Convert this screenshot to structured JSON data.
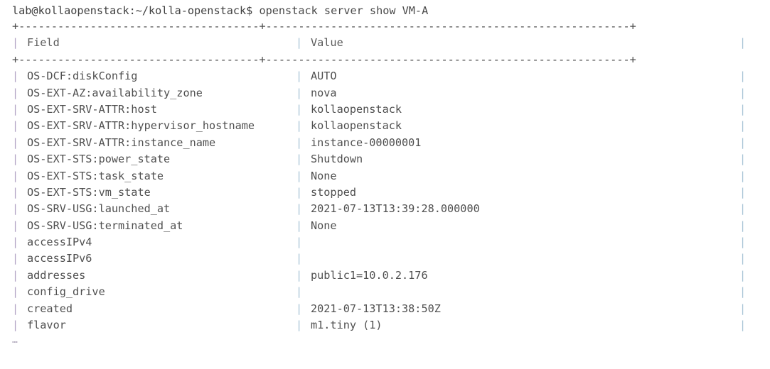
{
  "terminal": {
    "prompt": "lab@kollaopenstack:~/kolla-openstack$",
    "command": "openstack server show VM-A",
    "rule": "+-------------------------------------+--------------------------------------------------------+",
    "ellipsis": "…",
    "colors": {
      "background": "#ffffff",
      "text": "#4f4f4f",
      "left_bar": "#b3a5c6",
      "mid_bar": "#a9c4d6",
      "rule": "#4d4d4d"
    },
    "table": {
      "headers": {
        "field": "Field",
        "value": "Value"
      },
      "rows": [
        {
          "field": "OS-DCF:diskConfig",
          "value": "AUTO"
        },
        {
          "field": "OS-EXT-AZ:availability_zone",
          "value": "nova"
        },
        {
          "field": "OS-EXT-SRV-ATTR:host",
          "value": "kollaopenstack"
        },
        {
          "field": "OS-EXT-SRV-ATTR:hypervisor_hostname",
          "value": "kollaopenstack"
        },
        {
          "field": "OS-EXT-SRV-ATTR:instance_name",
          "value": "instance-00000001"
        },
        {
          "field": "OS-EXT-STS:power_state",
          "value": "Shutdown"
        },
        {
          "field": "OS-EXT-STS:task_state",
          "value": "None"
        },
        {
          "field": "OS-EXT-STS:vm_state",
          "value": "stopped"
        },
        {
          "field": "OS-SRV-USG:launched_at",
          "value": "2021-07-13T13:39:28.000000"
        },
        {
          "field": "OS-SRV-USG:terminated_at",
          "value": "None"
        },
        {
          "field": "accessIPv4",
          "value": ""
        },
        {
          "field": "accessIPv6",
          "value": ""
        },
        {
          "field": "addresses",
          "value": "public1=10.0.2.176"
        },
        {
          "field": "config_drive",
          "value": ""
        },
        {
          "field": "created",
          "value": "2021-07-13T13:38:50Z"
        },
        {
          "field": "flavor",
          "value": "m1.tiny (1)"
        }
      ]
    }
  }
}
